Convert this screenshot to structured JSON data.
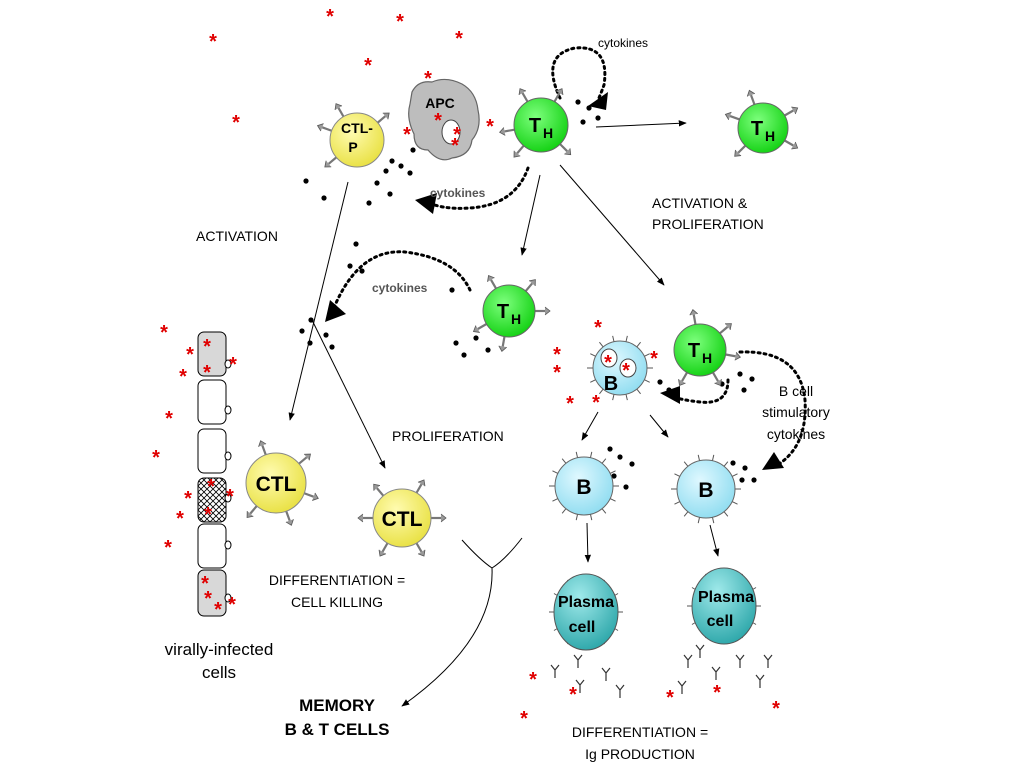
{
  "labels": {
    "cytokines_top": "cytokines",
    "cytokines_mid": "cytokines",
    "cytokines_left": "cytokines",
    "activation": "ACTIVATION",
    "activation_proliferation_1": "ACTIVATION &",
    "activation_proliferation_2": "PROLIFERATION",
    "proliferation": "PROLIFERATION",
    "b_cell_cytokines_1": "B cell",
    "b_cell_cytokines_2": "stimulatory",
    "b_cell_cytokines_3": "cytokines",
    "differentiation_killing_1": "DIFFERENTIATION =",
    "differentiation_killing_2": "CELL KILLING",
    "infected_cells_1": "virally-infected",
    "infected_cells_2": "cells",
    "memory_1": "MEMORY",
    "memory_2": "B & T CELLS",
    "differentiation_ig_1": "DIFFERENTIATION =",
    "differentiation_ig_2": "Ig PRODUCTION"
  },
  "cells": {
    "apc": "APC",
    "ctlp_1": "CTL-",
    "ctlp_2": "P",
    "th": "T",
    "th_sub": "H",
    "ctl": "CTL",
    "b": "B",
    "plasma_1": "Plasma",
    "plasma_2": "cell",
    "antigen_star": "*"
  },
  "colors": {
    "th_green": "#22ee22",
    "ctl_yellow": "#f5f06a",
    "ctlp_yellow": "#f8f5a0",
    "apc_grey": "#bdbdbd",
    "b_cyan": "#aeeaf7",
    "plasma_teal": "#4bbfc0",
    "antigen_red": "#e00000"
  }
}
